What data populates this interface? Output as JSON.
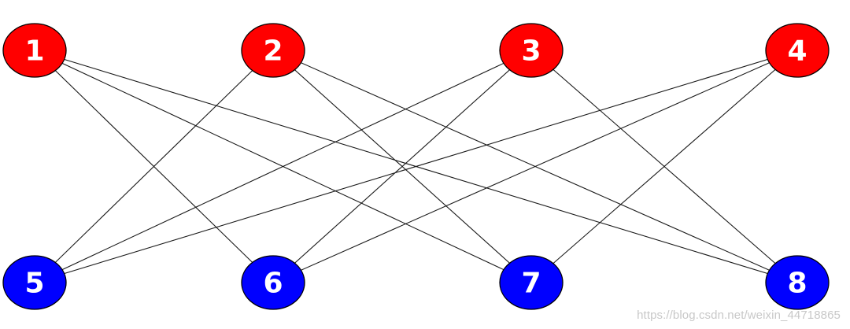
{
  "colors": {
    "top_node_fill": "#ff0000",
    "bottom_node_fill": "#0000ff",
    "node_label": "#ffffff",
    "edge": "#1a1a1a"
  },
  "nodes": [
    {
      "id": "1",
      "label": "1",
      "group": "top"
    },
    {
      "id": "2",
      "label": "2",
      "group": "top"
    },
    {
      "id": "3",
      "label": "3",
      "group": "top"
    },
    {
      "id": "4",
      "label": "4",
      "group": "top"
    },
    {
      "id": "5",
      "label": "5",
      "group": "bottom"
    },
    {
      "id": "6",
      "label": "6",
      "group": "bottom"
    },
    {
      "id": "7",
      "label": "7",
      "group": "bottom"
    },
    {
      "id": "8",
      "label": "8",
      "group": "bottom"
    }
  ],
  "edges": [
    [
      "1",
      "6"
    ],
    [
      "1",
      "7"
    ],
    [
      "1",
      "8"
    ],
    [
      "2",
      "5"
    ],
    [
      "2",
      "7"
    ],
    [
      "2",
      "8"
    ],
    [
      "3",
      "5"
    ],
    [
      "3",
      "6"
    ],
    [
      "3",
      "8"
    ],
    [
      "4",
      "5"
    ],
    [
      "4",
      "6"
    ],
    [
      "4",
      "7"
    ]
  ],
  "watermark": "https://blog.csdn.net/weixin_44718865"
}
